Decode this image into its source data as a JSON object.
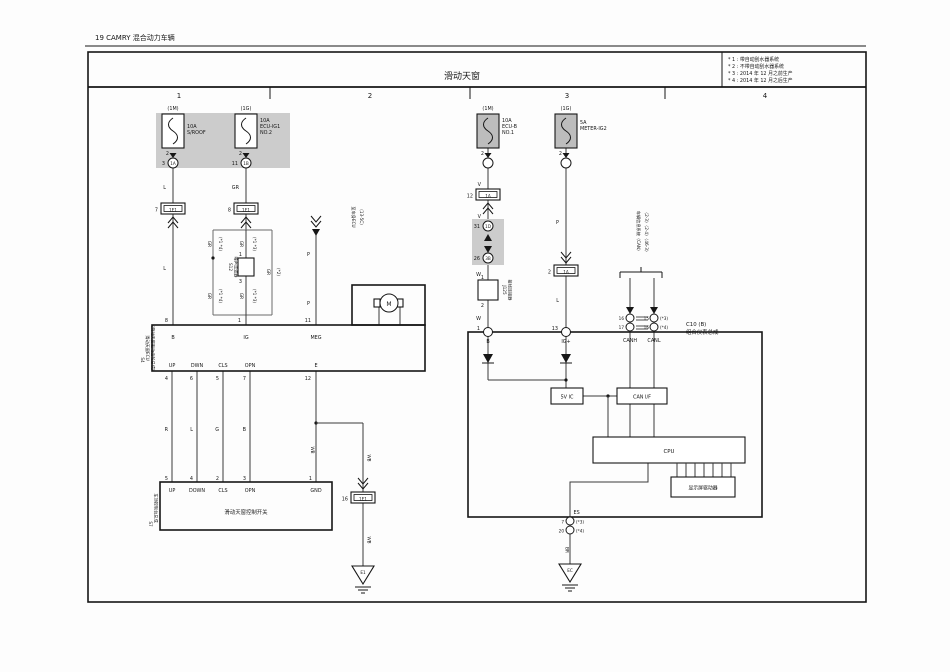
{
  "header": {
    "title": "19   CAMRY 混合动力车辆"
  },
  "sheet": {
    "title": "滑动天窗",
    "cols": {
      "c1": "1",
      "c2": "2",
      "c3": "3",
      "c4": "4"
    }
  },
  "notes": {
    "n1": "* 1 : 带自动刮水器系统",
    "n2": "* 2 : 不带自动刮水器系统",
    "n3": "* 3 : 2014 年 12 月之前生产",
    "n4": "* 4 : 2014 年 12 月之后生产"
  },
  "fuse_sroof": {
    "conn": "(1M)",
    "rating": "10A",
    "name": "S/ROOF",
    "pin": "2",
    "out_pin": "3",
    "out_code": "1A"
  },
  "fuse_ecuig1": {
    "conn": "(1G)",
    "rating": "10A",
    "name": "ECU-IG1",
    "name2": "NO.2",
    "pin": "2",
    "out_pin": "11",
    "out_code": "1B"
  },
  "fuse_ecub": {
    "conn": "(1M)",
    "rating": "10A",
    "name": "ECU-B",
    "name2": "NO.1",
    "pin": "2"
  },
  "fuse_meter": {
    "conn": "(1G)",
    "rating": "5A",
    "name": "METER-IG2",
    "pin": "2"
  },
  "jb": {
    "b": {
      "pin": "7",
      "code": "1E1"
    },
    "ig": {
      "pin": "8",
      "code": "1E1"
    },
    "ecub": {
      "pin": "12",
      "code": "1A"
    },
    "meter": {
      "pin": "2",
      "code": "1A"
    },
    "gnd": {
      "pin": "16",
      "code": "1E1"
    }
  },
  "inline": {
    "c1": {
      "pin": "31",
      "code": "1D"
    },
    "c2": {
      "pin": "26",
      "code": "3B"
    }
  },
  "wire": {
    "l": "L",
    "gr": "GR",
    "p": "P",
    "v": "V",
    "w": "W",
    "l2": "L",
    "up": "R",
    "down": "L",
    "cls": "G",
    "opn": "B",
    "wb": "WB",
    "br": "BR"
  },
  "variant": {
    "v14": "(*1 *4)",
    "v13": "(*1 *3)",
    "v2": "(*2)",
    "v3": "(*3)",
    "v4": "(*4)"
  },
  "ref_body_ecu": {
    "line1": "至车身ECU",
    "line2": "〈13-5C〉"
  },
  "ref_can": {
    "line1": "车辆信息系统〈CAN〉",
    "line2": "〈2-3〉〈2-4〉〈46-3〉"
  },
  "noise_filter": {
    "id": "S12",
    "name": "噪声滤波器",
    "pin_top": "1",
    "pin_bot": "3"
  },
  "junction_j125": {
    "id": "J125",
    "name": "接线连接器",
    "pin_top": "1",
    "pin_bot": "2"
  },
  "ecu": {
    "id": "S4",
    "name": "滑动天窗ECU",
    "name2": "〔滑动天窗驱动齿轮总成〕",
    "motor": "M",
    "pin": {
      "b_no": "8",
      "b": "B",
      "ig_no": "1",
      "ig": "IG",
      "meg_no": "11",
      "meg": "MEG",
      "up_no": "4",
      "up": "UP",
      "dwn_no": "6",
      "dwn": "DWN",
      "cls_no": "5",
      "cls": "CLS",
      "opn_no": "7",
      "opn": "OPN",
      "e_no": "12",
      "e": "E"
    }
  },
  "sw": {
    "id": "S7",
    "name": "车顶控制台总成",
    "label": "滑动天窗控制开关",
    "pin": {
      "up_no": "5",
      "up": "UP",
      "down_no": "4",
      "down": "DOWN",
      "cls_no": "2",
      "cls": "CLS",
      "opn_no": "3",
      "opn": "OPN",
      "gnd_no": "1",
      "gnd": "GND"
    }
  },
  "meter": {
    "id": "C10 (B)",
    "name": "组合仪表总成",
    "pin": {
      "b_no": "1",
      "b": "B",
      "ig_no": "13",
      "ig": "IG+",
      "canh": "CANH",
      "canl": "CANL",
      "es": "ES",
      "canh_no3": "16",
      "canh_no4": "17",
      "canl_no3": "15",
      "canl_no4": "16",
      "es_no3": "7",
      "es_no4": "20"
    },
    "block": {
      "reg": "5V IC",
      "canif": "CAN I/F",
      "cpu": "CPU",
      "display": "显示屏驱动器"
    }
  },
  "ground": {
    "left": "E1",
    "right": "EC"
  }
}
